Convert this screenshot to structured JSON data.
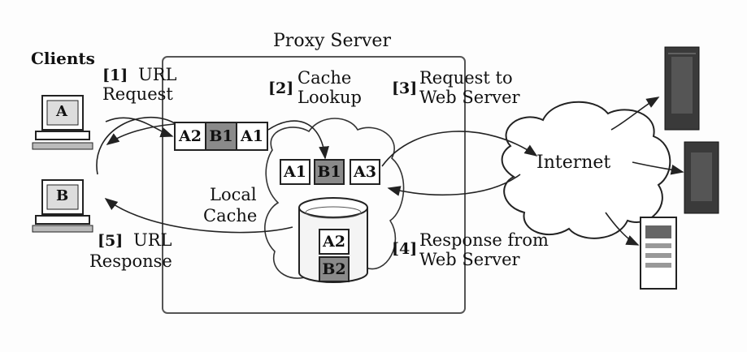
{
  "proxy_title": "Proxy Server",
  "clients_label": "Clients",
  "client_a": "A",
  "client_b": "B",
  "step1": {
    "num": "[1]",
    "line1": "URL",
    "line2": "Request"
  },
  "step2": {
    "num": "[2]",
    "line1": "Cache",
    "line2": "Lookup"
  },
  "step3": {
    "num": "[3]",
    "line1": "Request to",
    "line2": "Web Server"
  },
  "step4": {
    "num": "[4]",
    "line1": "Response from",
    "line2": "Web Server"
  },
  "step5": {
    "num": "[5]",
    "line1": "URL",
    "line2": "Response"
  },
  "queue_top": [
    "A2",
    "B1",
    "A1"
  ],
  "queue_mid": [
    "A1",
    "B1",
    "A3"
  ],
  "cache_items": [
    "A2",
    "B2"
  ],
  "local_cache": {
    "line1": "Local",
    "line2": "Cache"
  },
  "internet": "Internet",
  "colors": {
    "dark_cell": "#8a8a8a",
    "line": "#222222",
    "server": "#3a3a3a"
  }
}
